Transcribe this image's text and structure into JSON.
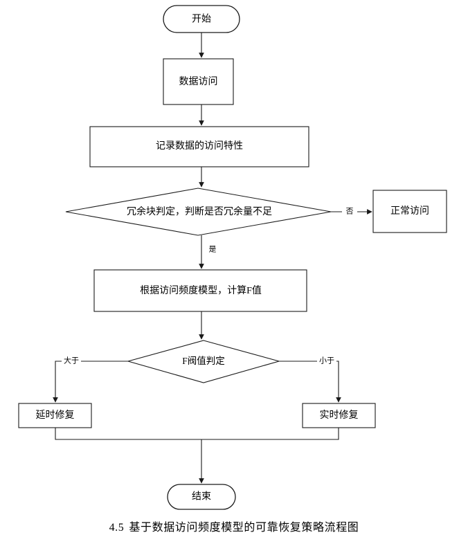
{
  "diagram": {
    "title_caption": {
      "number": "4.5",
      "text": "基于数据访问频度模型的可靠恢复策略流程图"
    },
    "nodes": {
      "start": {
        "label": "开始",
        "shape": "terminator"
      },
      "data_access": {
        "label": "数据访问",
        "shape": "process"
      },
      "record_features": {
        "label": "记录数据的访问特性",
        "shape": "process"
      },
      "redundancy_decision": {
        "label": "冗余块判定，判断是否冗余量不足",
        "shape": "decision"
      },
      "normal_access": {
        "label": "正常访问",
        "shape": "process"
      },
      "compute_f": {
        "label": "根据访问频度模型，计算F值",
        "shape": "process"
      },
      "f_threshold_decision": {
        "label": "F阀值判定",
        "shape": "decision"
      },
      "delayed_repair": {
        "label": "延时修复",
        "shape": "process"
      },
      "realtime_repair": {
        "label": "实时修复",
        "shape": "process"
      },
      "end": {
        "label": "结束",
        "shape": "terminator"
      }
    },
    "edge_labels": {
      "no": "否",
      "yes": "是",
      "greater_than": "大于",
      "less_than": "小于"
    },
    "colors": {
      "stroke": "#1a1a1a",
      "fill": "#ffffff",
      "text": "#000000"
    }
  }
}
